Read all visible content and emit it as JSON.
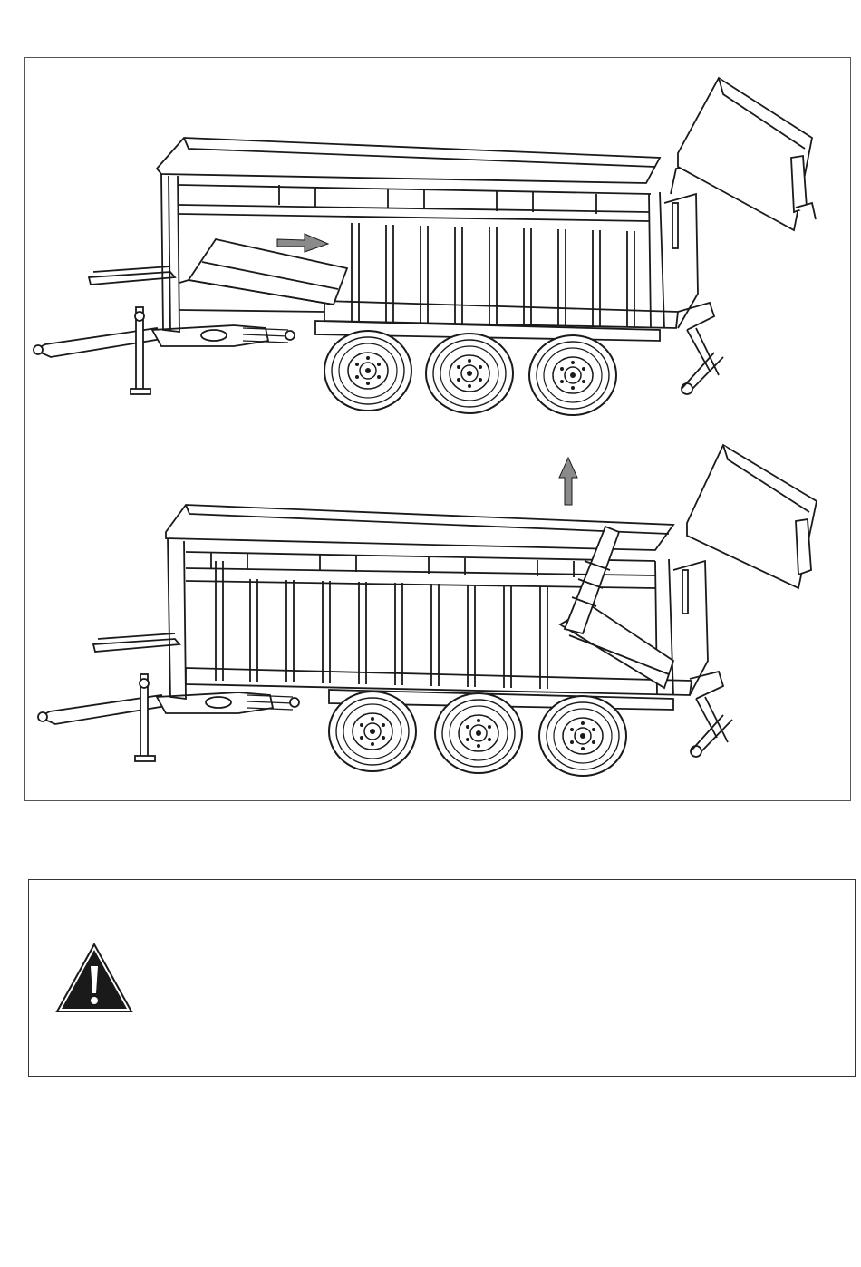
{
  "figure": {
    "panels": [
      {
        "name": "floor-pushed-rear",
        "motion_arrow": "right"
      },
      {
        "name": "floor-lifted",
        "motion_arrow": "up"
      }
    ]
  },
  "warning": {
    "icon": "warning-triangle-icon",
    "text": ""
  },
  "colors": {
    "line": "#1a1a1a",
    "arrow": "#8a8a8a",
    "frame": "#555555"
  }
}
